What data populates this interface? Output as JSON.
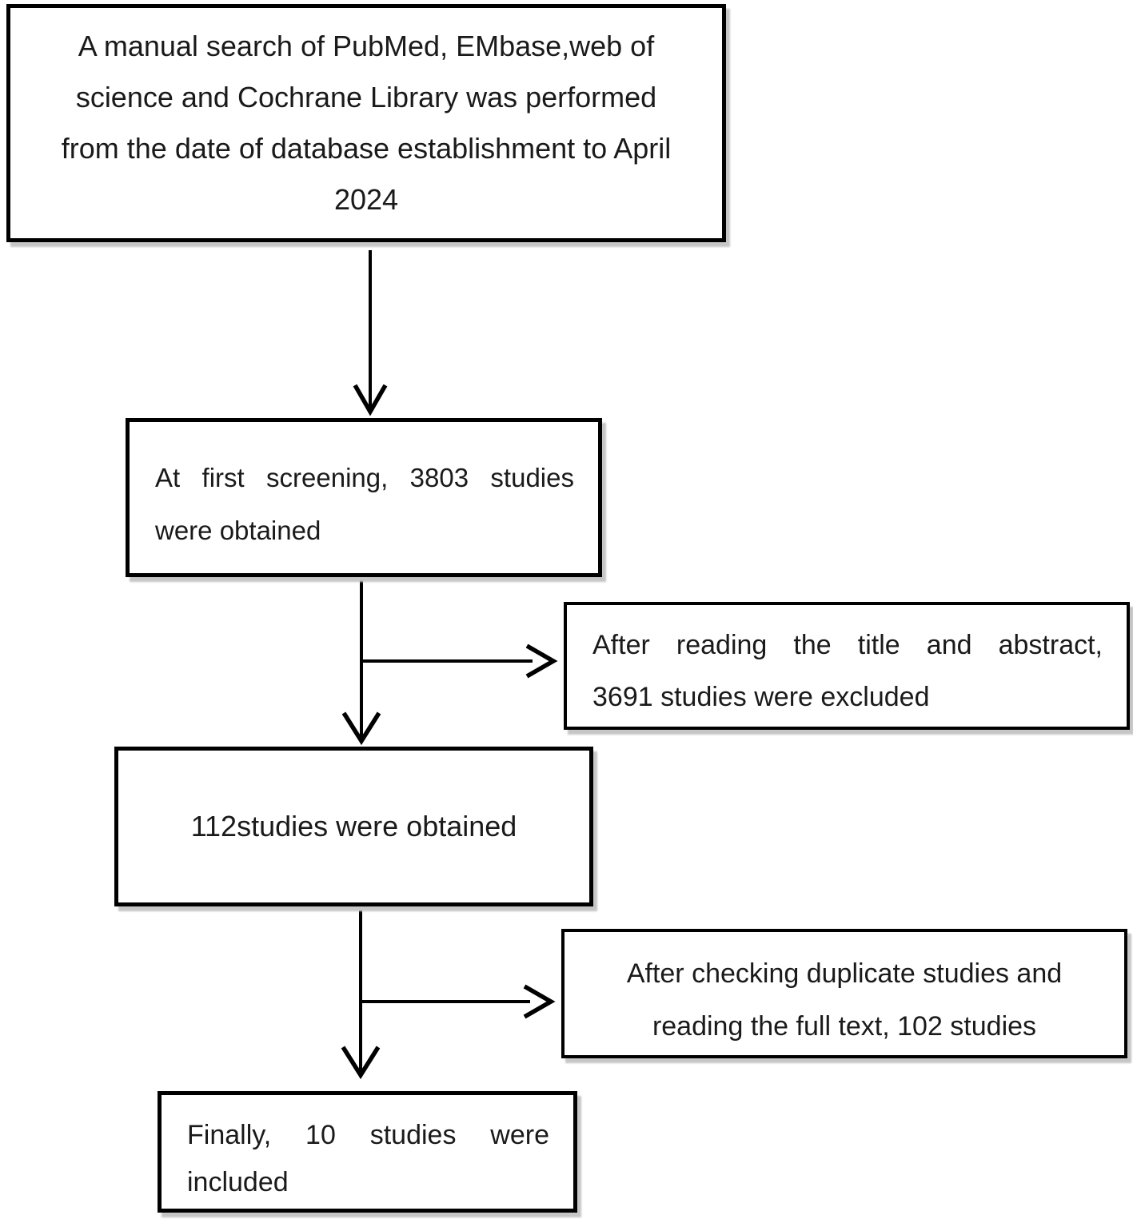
{
  "figure": {
    "type": "flowchart",
    "description": "Study selection flow diagram (PRISMA-style)",
    "colors": {
      "box_border": "#000000",
      "box_background": "#ffffff",
      "box_shadow": "#c6c6c6",
      "text": "#1a1a1a",
      "arrow": "#000000"
    },
    "boxes": {
      "search": {
        "lines": [
          "A manual search of PubMed, EMbase,web of",
          "science and Cochrane Library was performed",
          "from the date of database establishment to April",
          "2024"
        ]
      },
      "screening": {
        "lines": [
          "At first screening, 3803 studies",
          "were obtained"
        ]
      },
      "excluded_title_abstract": {
        "lines": [
          "After reading the title and abstract,",
          "3691 studies were excluded"
        ]
      },
      "obtained_112": {
        "lines": [
          "112studies were obtained"
        ]
      },
      "excluded_full_text": {
        "lines": [
          "After checking duplicate studies and",
          "reading the full text, 102 studies"
        ]
      },
      "included": {
        "lines": [
          "Finally, 10 studies were",
          "included"
        ]
      }
    }
  }
}
